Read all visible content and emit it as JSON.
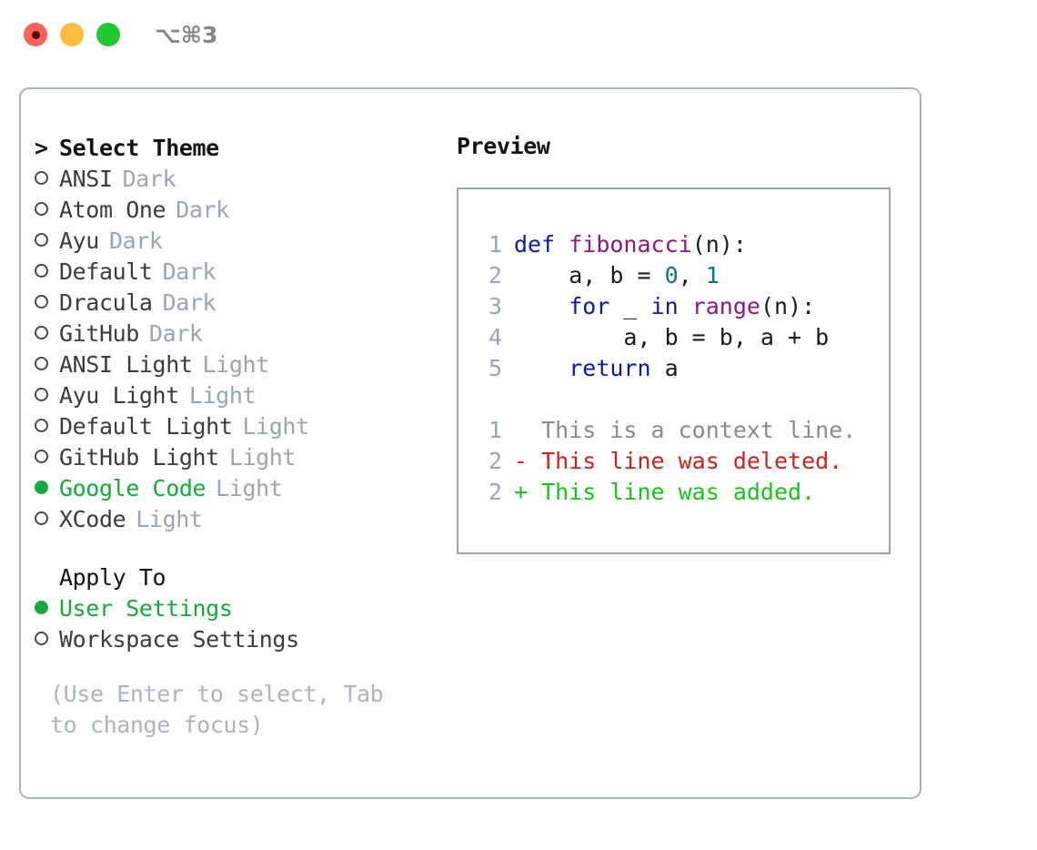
{
  "titlebar": {
    "shortcut": "⌥⌘3",
    "buttons": [
      {
        "name": "close",
        "color": "#fc6058"
      },
      {
        "name": "minimize",
        "color": "#fdbc40"
      },
      {
        "name": "maximize",
        "color": "#21c82f"
      }
    ]
  },
  "theme_picker": {
    "header": "Select Theme",
    "header_marker": ">",
    "items": [
      {
        "name": "ANSI",
        "variant": "Dark",
        "selected": false
      },
      {
        "name": "Atom One",
        "variant": "Dark",
        "selected": false
      },
      {
        "name": "Ayu",
        "variant": "Dark",
        "selected": false
      },
      {
        "name": "Default",
        "variant": "Dark",
        "selected": false
      },
      {
        "name": "Dracula",
        "variant": "Dark",
        "selected": false
      },
      {
        "name": "GitHub",
        "variant": "Dark",
        "selected": false
      },
      {
        "name": "ANSI Light",
        "variant": "Light",
        "selected": false
      },
      {
        "name": "Ayu Light",
        "variant": "Light",
        "selected": false
      },
      {
        "name": "Default Light",
        "variant": "Light",
        "selected": false
      },
      {
        "name": "GitHub Light",
        "variant": "Light",
        "selected": false
      },
      {
        "name": "Google Code",
        "variant": "Light",
        "selected": true
      },
      {
        "name": "XCode",
        "variant": "Light",
        "selected": false
      }
    ]
  },
  "apply_to": {
    "header": "Apply To",
    "options": [
      {
        "label": "User Settings",
        "selected": true
      },
      {
        "label": "Workspace Settings",
        "selected": false
      }
    ]
  },
  "hint": "(Use Enter to select, Tab to change focus)",
  "preview": {
    "label": "Preview",
    "code_lines": [
      {
        "no": "1",
        "tokens": [
          {
            "t": "def ",
            "c": "kw"
          },
          {
            "t": "fibonacci",
            "c": "fn"
          },
          {
            "t": "(n):",
            "c": "plain"
          }
        ]
      },
      {
        "no": "2",
        "tokens": [
          {
            "t": "    a, b = ",
            "c": "plain"
          },
          {
            "t": "0",
            "c": "num"
          },
          {
            "t": ", ",
            "c": "plain"
          },
          {
            "t": "1",
            "c": "num"
          }
        ]
      },
      {
        "no": "3",
        "tokens": [
          {
            "t": "    ",
            "c": "plain"
          },
          {
            "t": "for",
            "c": "kw"
          },
          {
            "t": " _ ",
            "c": "plain"
          },
          {
            "t": "in",
            "c": "kw"
          },
          {
            "t": " ",
            "c": "plain"
          },
          {
            "t": "range",
            "c": "fn"
          },
          {
            "t": "(n):",
            "c": "plain"
          }
        ]
      },
      {
        "no": "4",
        "tokens": [
          {
            "t": "        a, b = b, a + b",
            "c": "plain"
          }
        ]
      },
      {
        "no": "5",
        "tokens": [
          {
            "t": "    ",
            "c": "plain"
          },
          {
            "t": "return",
            "c": "kw"
          },
          {
            "t": " a",
            "c": "plain"
          }
        ]
      }
    ],
    "diff_lines": [
      {
        "no": "1",
        "sign": " ",
        "text": " This is a context line.",
        "kind": "context"
      },
      {
        "no": "2",
        "sign": "-",
        "text": " This line was deleted.",
        "kind": "del"
      },
      {
        "no": "2",
        "sign": "+",
        "text": " This line was added.",
        "kind": "add"
      }
    ]
  },
  "colors": {
    "accent_green": "#18a83b",
    "muted": "#9aa5b4",
    "keyword": "#14189c",
    "function": "#8b1a7e",
    "number": "#0b7379",
    "diff_add": "#1ac21a",
    "diff_del": "#cc2121",
    "border": "#aab2bd"
  }
}
